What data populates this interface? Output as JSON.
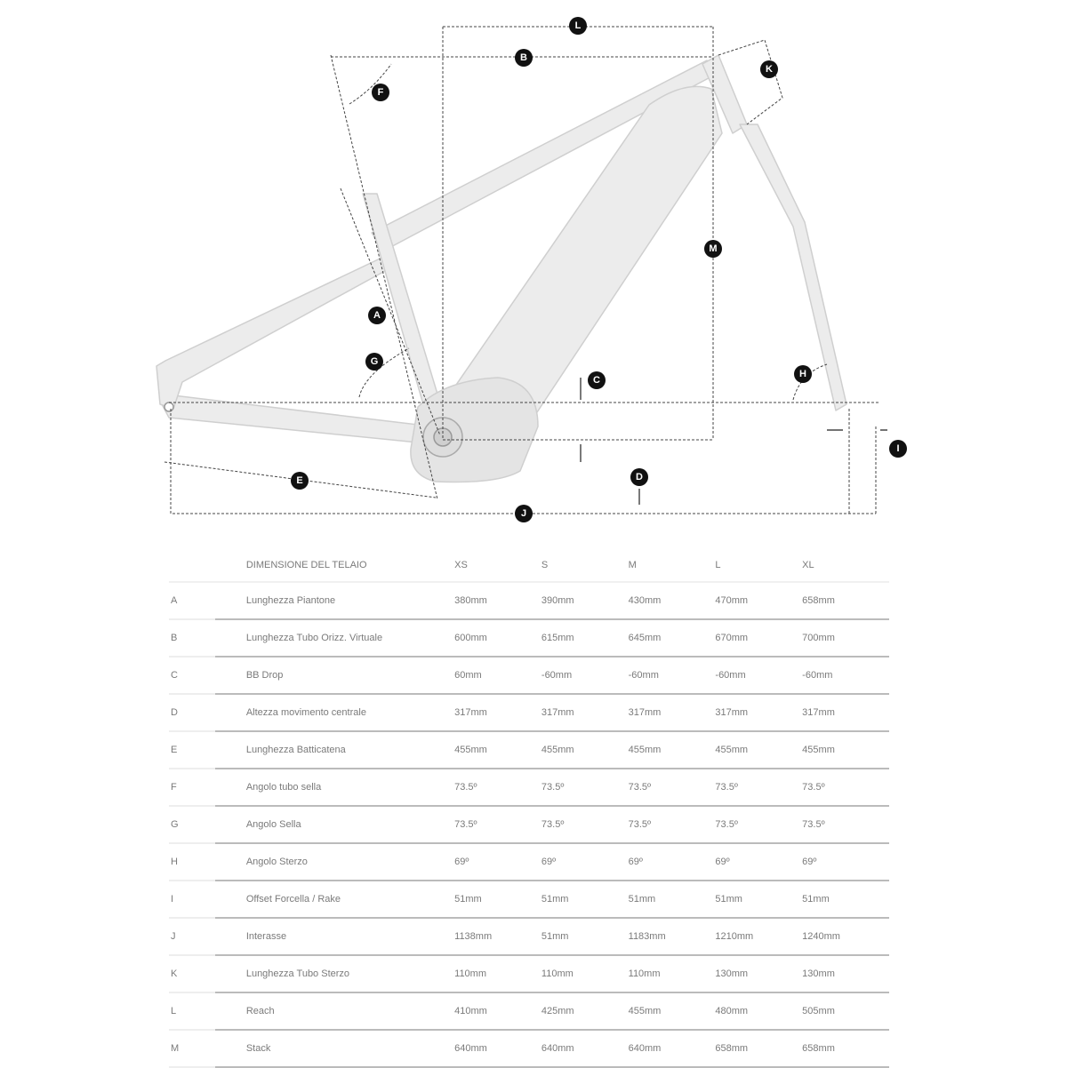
{
  "diagram": {
    "labels": [
      "A",
      "B",
      "C",
      "D",
      "E",
      "F",
      "G",
      "H",
      "I",
      "J",
      "K",
      "L",
      "M"
    ]
  },
  "table": {
    "header": {
      "title": "DIMENSIONE DEL TELAIO",
      "sizes": [
        "XS",
        "S",
        "M",
        "L",
        "XL"
      ]
    },
    "rows": [
      {
        "key": "A",
        "name": "Lunghezza Piantone",
        "values": [
          "380mm",
          "390mm",
          "430mm",
          "470mm",
          "658mm"
        ]
      },
      {
        "key": "B",
        "name": "Lunghezza Tubo Orizz. Virtuale",
        "values": [
          "600mm",
          "615mm",
          "645mm",
          "670mm",
          "700mm"
        ]
      },
      {
        "key": "C",
        "name": "BB Drop",
        "values": [
          "60mm",
          "-60mm",
          "-60mm",
          "-60mm",
          "-60mm"
        ]
      },
      {
        "key": "D",
        "name": "Altezza movimento centrale",
        "values": [
          "317mm",
          "317mm",
          "317mm",
          "317mm",
          "317mm"
        ]
      },
      {
        "key": "E",
        "name": "Lunghezza Batticatena",
        "values": [
          "455mm",
          "455mm",
          "455mm",
          "455mm",
          "455mm"
        ]
      },
      {
        "key": "F",
        "name": "Angolo tubo sella",
        "values": [
          "73.5º",
          "73.5º",
          "73.5º",
          "73.5º",
          "73.5º"
        ]
      },
      {
        "key": "G",
        "name": "Angolo Sella",
        "values": [
          "73.5º",
          "73.5º",
          "73.5º",
          "73.5º",
          "73.5º"
        ]
      },
      {
        "key": "H",
        "name": "Angolo Sterzo",
        "values": [
          "69º",
          "69º",
          "69º",
          "69º",
          "69º"
        ]
      },
      {
        "key": "I",
        "name": "Offset Forcella / Rake",
        "values": [
          "51mm",
          "51mm",
          "51mm",
          "51mm",
          "51mm"
        ]
      },
      {
        "key": "J",
        "name": "Interasse",
        "values": [
          "1138mm",
          "51mm",
          "1183mm",
          "1210mm",
          "1240mm"
        ]
      },
      {
        "key": "K",
        "name": "Lunghezza Tubo Sterzo",
        "values": [
          "110mm",
          "110mm",
          "110mm",
          "130mm",
          "130mm"
        ]
      },
      {
        "key": "L",
        "name": "Reach",
        "values": [
          "410mm",
          "425mm",
          "455mm",
          "480mm",
          "505mm"
        ]
      },
      {
        "key": "M",
        "name": "Stack",
        "values": [
          "640mm",
          "640mm",
          "640mm",
          "658mm",
          "658mm"
        ]
      }
    ]
  }
}
